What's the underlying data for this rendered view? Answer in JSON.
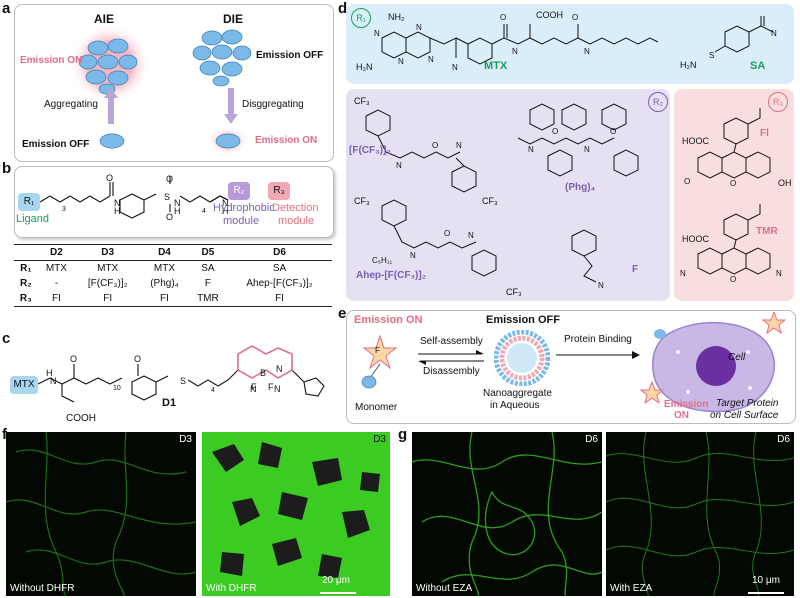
{
  "panels": {
    "a": "a",
    "b": "b",
    "c": "c",
    "d": "d",
    "e": "e",
    "f": "f",
    "g": "g"
  },
  "a": {
    "aie": "AIE",
    "die": "DIE",
    "emission_on_left": "Emission ON",
    "emission_off_right": "Emission OFF",
    "aggregating": "Aggregating",
    "disaggregating": "Disggregating",
    "emission_off_left": "Emission OFF",
    "emission_on_right": "Emission ON"
  },
  "b": {
    "r1": "R₁",
    "r2": "R₂",
    "r3": "R₃",
    "ligand": "Ligand",
    "hydrophobic": "Hydrophobic",
    "module1": "module",
    "detection": "Detection",
    "module2": "module",
    "sub3": "3",
    "sub4": "4"
  },
  "table": {
    "headers": [
      "",
      "D2",
      "D3",
      "D4",
      "D5",
      "D6"
    ],
    "rows": [
      [
        "R₁",
        "MTX",
        "MTX",
        "MTX",
        "SA",
        "SA"
      ],
      [
        "R₂",
        "-",
        "[F(CF₃)]₂",
        "(Phg)₄",
        "F",
        "Ahep-[F(CF₃)]₂"
      ],
      [
        "R₃",
        "FI",
        "FI",
        "FI",
        "TMR",
        "FI"
      ]
    ]
  },
  "c": {
    "mtx": "MTX",
    "cooh": "COOH",
    "d1": "D1",
    "f1": "F",
    "f2": "F",
    "b": "B",
    "n": "N",
    "sub10": "10",
    "sub4": "4"
  },
  "d": {
    "r1": "R₁",
    "r2": "R₂",
    "r3": "R₃",
    "mtx": "MTX",
    "sa": "SA",
    "cooh": "COOH",
    "nh2a": "NH₂",
    "nh2b": "H₂N",
    "nh2c": "H₂N",
    "fcf3": "[F(CF₃)]₂",
    "phg": "(Phg)₄",
    "ahep": "Ahep-[F(CF₃)]₂",
    "f": "F",
    "fl": "Fl",
    "tmr": "TMR",
    "cf3a": "CF₃",
    "cf3b": "CF₃",
    "cf3c": "CF₃",
    "cf3d": "CF₃",
    "hooc1": "HOOC",
    "hooc2": "HOOC",
    "oh": "OH",
    "c5h11": "C₅H₁₁"
  },
  "e": {
    "emission_on": "Emission ON",
    "emission_off": "Emission OFF",
    "self_assembly": "Self-assembly",
    "disassembly": "Disassembly",
    "protein_binding": "Protein Binding",
    "monomer": "Monomer",
    "nano1": "Nanoaggregate",
    "nano2": "in Aqueous",
    "cell": "Cell",
    "emission2a": "Emission",
    "emission2b": "ON",
    "target1": "Target Protein",
    "target2": "on Cell Surface",
    "f": "F"
  },
  "f": {
    "left_label": "Without DHFR",
    "right_label": "With DHFR",
    "left_tag": "D3",
    "right_tag": "D3",
    "scale": "20 μm"
  },
  "g": {
    "left_label": "Without EZA",
    "right_label": "With EZA",
    "left_tag": "D6",
    "right_tag": "D6",
    "scale": "10 μm"
  },
  "colors": {
    "green_fluor": "#35c21e",
    "blue_cell": "#7ab9e8",
    "pink": "#e46d86",
    "purple_box": "#e6e0f3",
    "blue_box": "#d9eef8",
    "pink_box": "#f8dede"
  }
}
